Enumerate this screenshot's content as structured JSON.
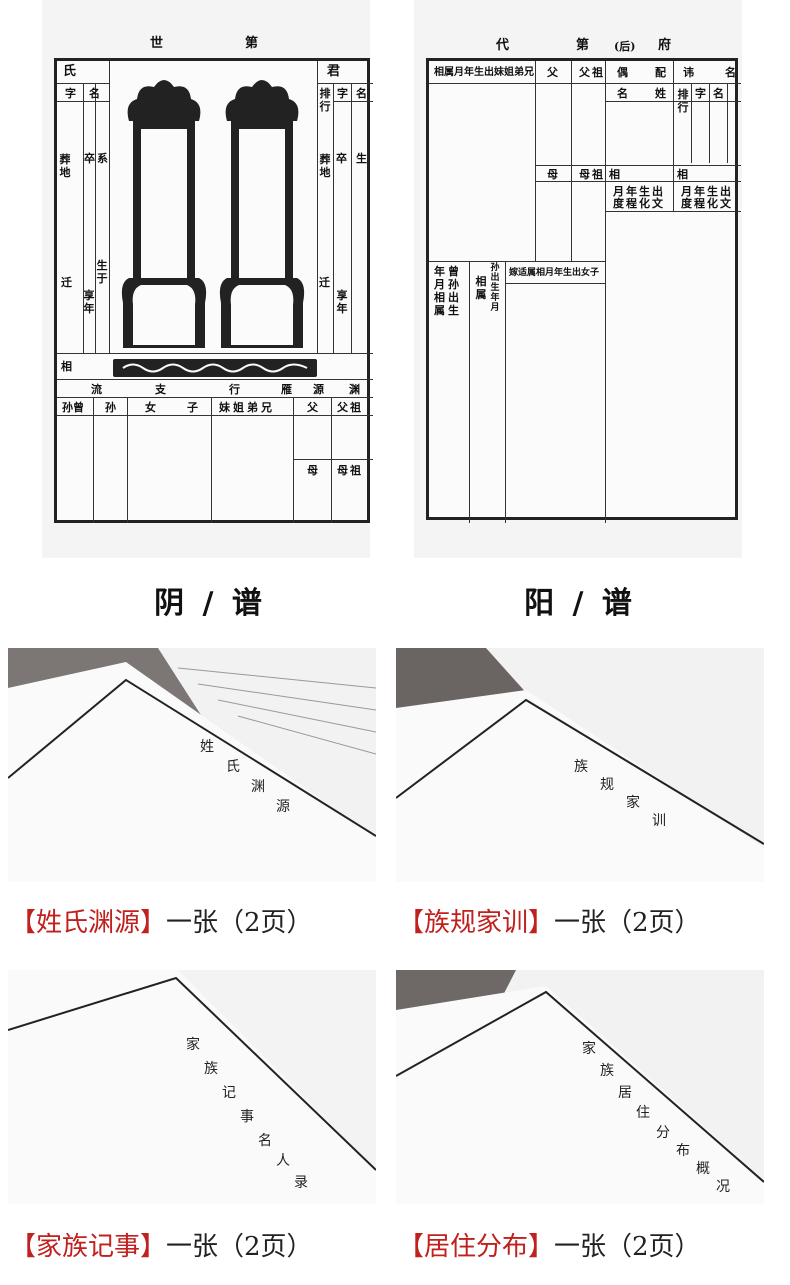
{
  "yin_form": {
    "title_left": "世",
    "title_right": "第",
    "cell_shi": "氏",
    "cell_jun": "君",
    "zi": "字",
    "ming": "名",
    "paihang": "排行",
    "zu": "卒",
    "xi": "系",
    "zangdi": "葬地",
    "sheng": "生",
    "shengyu": "生于",
    "qian": "迁",
    "xiangnian": "享年",
    "xiang": "相",
    "liu": "流",
    "zhi": "支",
    "xing": "行",
    "yan": "雁",
    "yuan": "源",
    "yuan2": "渊",
    "sun_zeng": "孙曾",
    "sun": "孙",
    "nv": "女",
    "zi2": "子",
    "mei_jie_di_xiong": "妹姐弟兄",
    "fu": "父",
    "fu_zu": "父祖",
    "mu": "母",
    "mu_zu": "母祖"
  },
  "yang_form": {
    "title_dai": "代",
    "title_di": "第",
    "title_hou": "(后)",
    "title_fu": "府",
    "header_left": "相属月年生出妹姐弟兄",
    "fu": "父",
    "fu_zu": "父祖",
    "pei": "偶",
    "ou": "配",
    "hui": "讳",
    "ming": "名",
    "ming2": "名",
    "xing": "姓",
    "paihang": "排行",
    "zi": "字",
    "mu": "母",
    "mu_zu": "母祖",
    "xiang": "相",
    "xiang2": "相",
    "yue_nian_sheng_chu": "月年生出",
    "du_cheng_hua_wen": "度程化文",
    "nian_zeng": "年曾",
    "yue_sun": "月孙",
    "xiang_chu": "相出",
    "shu_sheng": "属生",
    "sun_chu_sheng_nian_yue": "孙出生年月",
    "xiang_shu": "相属",
    "jia_shi": "嫁适属相月年生出女子"
  },
  "captions": {
    "yin": "阴 / 谱",
    "yang": "阳 / 谱"
  },
  "pages": [
    {
      "vertical_title": "姓氏渊源",
      "label_bracket": "【姓氏渊源】",
      "label_rest": "一张（2页）"
    },
    {
      "vertical_title": "族规家训",
      "label_bracket": "【族规家训】",
      "label_rest": "一张（2页）"
    },
    {
      "vertical_title": "家族记事名人录",
      "label_bracket": "【家族记事】",
      "label_rest": "一张（2页）"
    },
    {
      "vertical_title": "家族居住分布概况",
      "label_bracket": "【居住分布】",
      "label_rest": "一张（2页）"
    }
  ],
  "colors": {
    "accent_red": "#c0201e",
    "frame": "#222222",
    "page_bg": "#ffffff"
  }
}
